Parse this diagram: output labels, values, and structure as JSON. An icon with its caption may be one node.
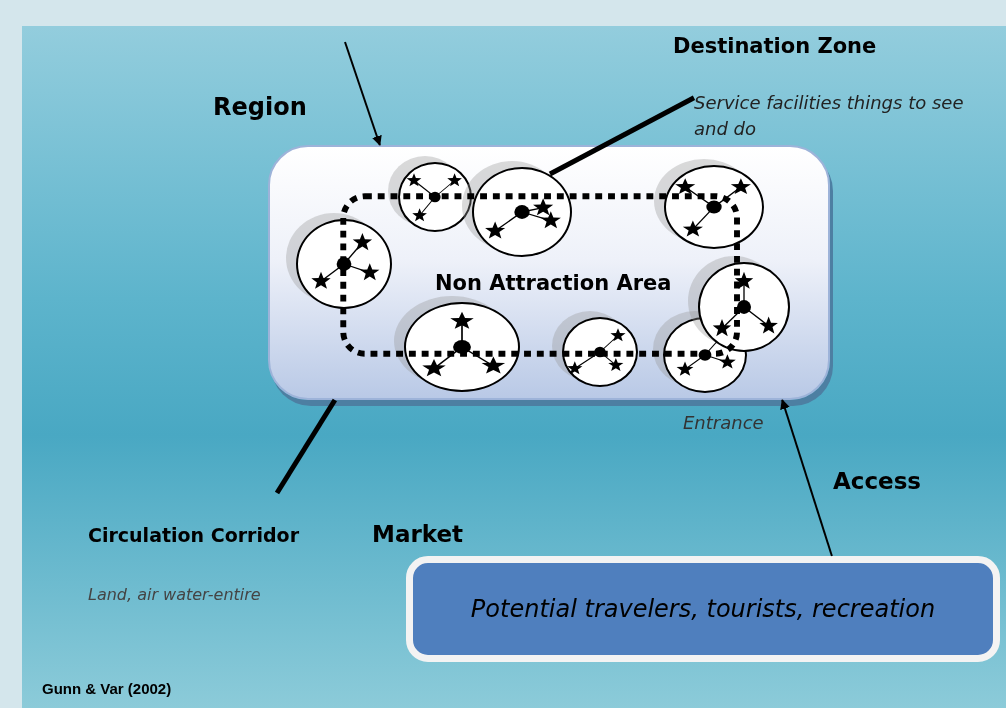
{
  "diagram": {
    "nodes": [
      {
        "text": [
          "Non Attraction Area"
        ]
      },
      {
        "text": [],
        "shape": "circle",
        "in": 0
      },
      {
        "text": [],
        "shape": "circle",
        "in": 0
      },
      {
        "text": [],
        "shape": "circle",
        "in": 0
      },
      {
        "text": [],
        "shape": "circle",
        "in": 0
      },
      {
        "text": [],
        "shape": "circle",
        "in": 0
      },
      {
        "text": [],
        "shape": "circle",
        "in": 0
      },
      {
        "text": [],
        "shape": "circle",
        "in": 0
      },
      {
        "text": [],
        "shape": "circle",
        "in": 0
      },
      {
        "text": [
          "Potential travelers, tourists, recreation"
        ]
      },
      {
        "text": [
          "Service facilities things to see and do"
        ]
      }
    ],
    "edges": [
      {
        "from": null,
        "to": 0,
        "arrow": "to"
      },
      {
        "from": 10,
        "to": 4,
        "arrow": "none",
        "style": "thick"
      },
      {
        "from": null,
        "to": 0,
        "arrow": "none",
        "style": "thick"
      },
      {
        "from": 9,
        "to": 0,
        "arrow": "to",
        "label": "Access"
      }
    ],
    "labels": [
      "Destination Zone",
      "Region",
      "Entrance",
      "Circulation Corridor",
      "Market",
      "Land, air water-entire",
      "Gunn & Var (2002)"
    ]
  }
}
